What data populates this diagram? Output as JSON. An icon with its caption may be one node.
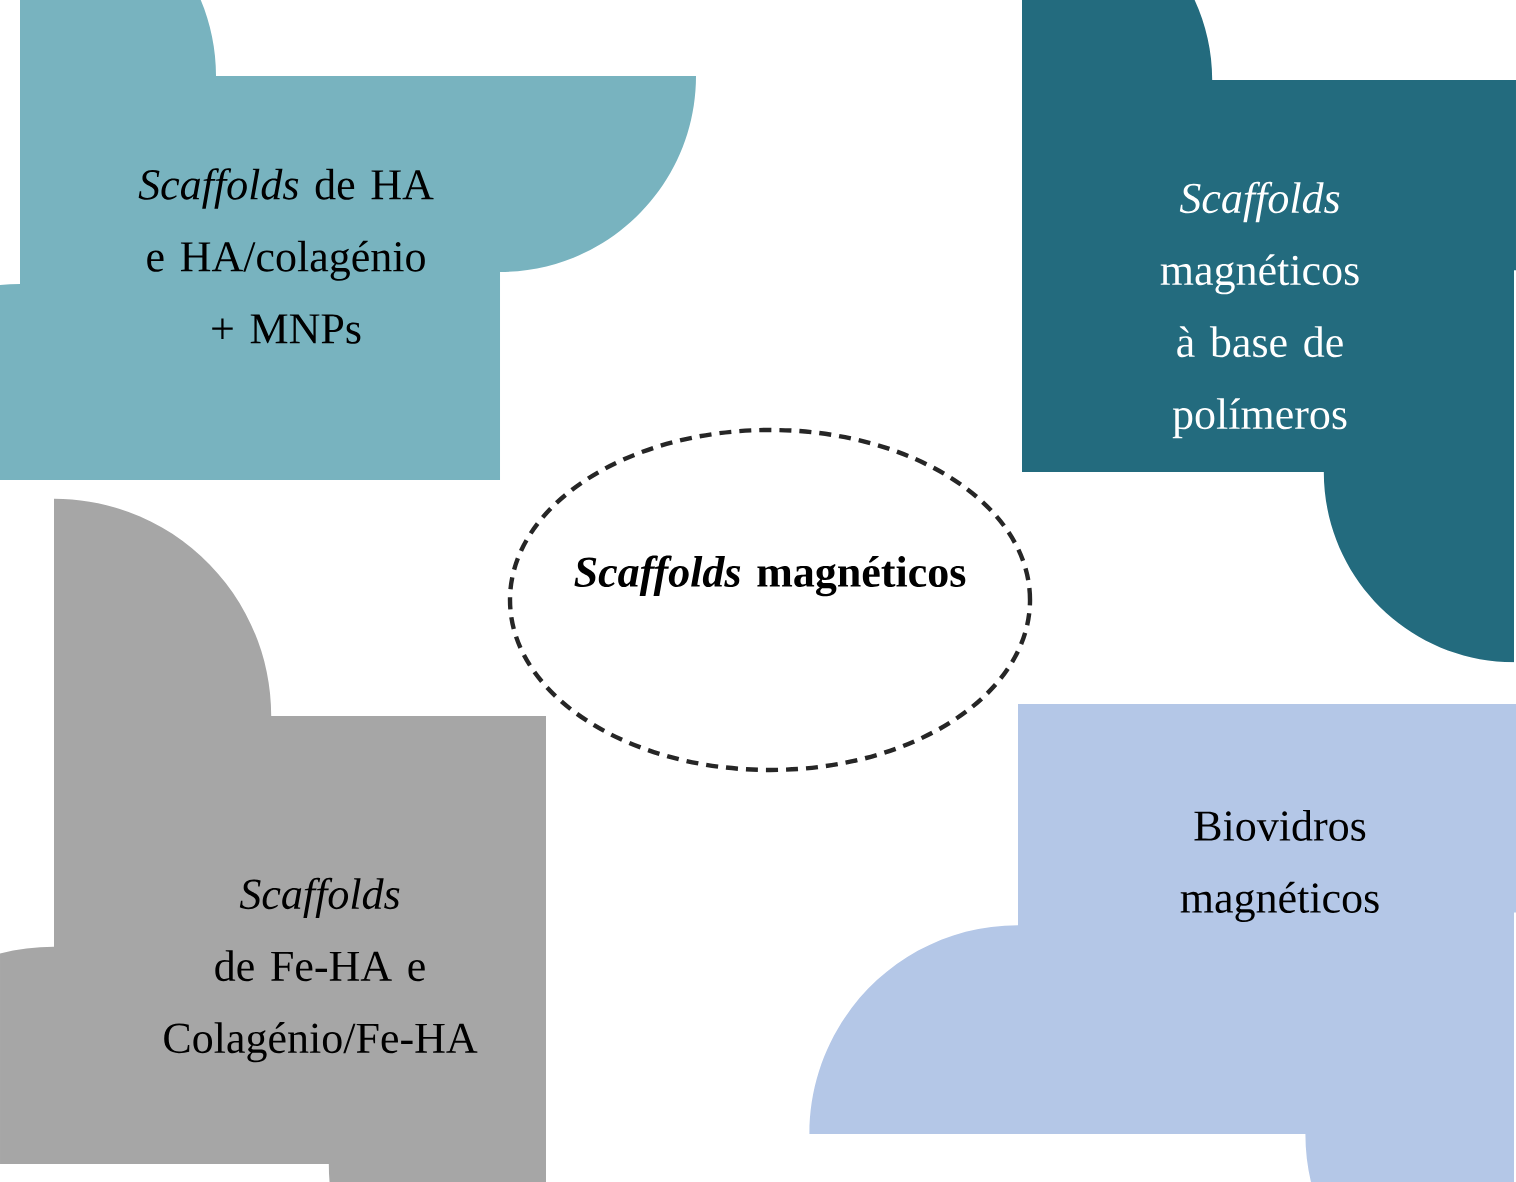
{
  "diagram": {
    "nodes": [
      {
        "text": [
          "*Scaffolds* de HA e HA/colagénio + MNPs"
        ]
      },
      {
        "text": [
          "*Scaffolds* magnéticos à base de polímeros"
        ]
      },
      {
        "text": [
          "*Scaffolds* magnéticos"
        ]
      },
      {
        "text": [
          "*Scaffolds* de Fe-HA e Colagénio/Fe-HA"
        ]
      },
      {
        "text": [
          "Biovidros magnéticos"
        ]
      }
    ],
    "edges": []
  }
}
